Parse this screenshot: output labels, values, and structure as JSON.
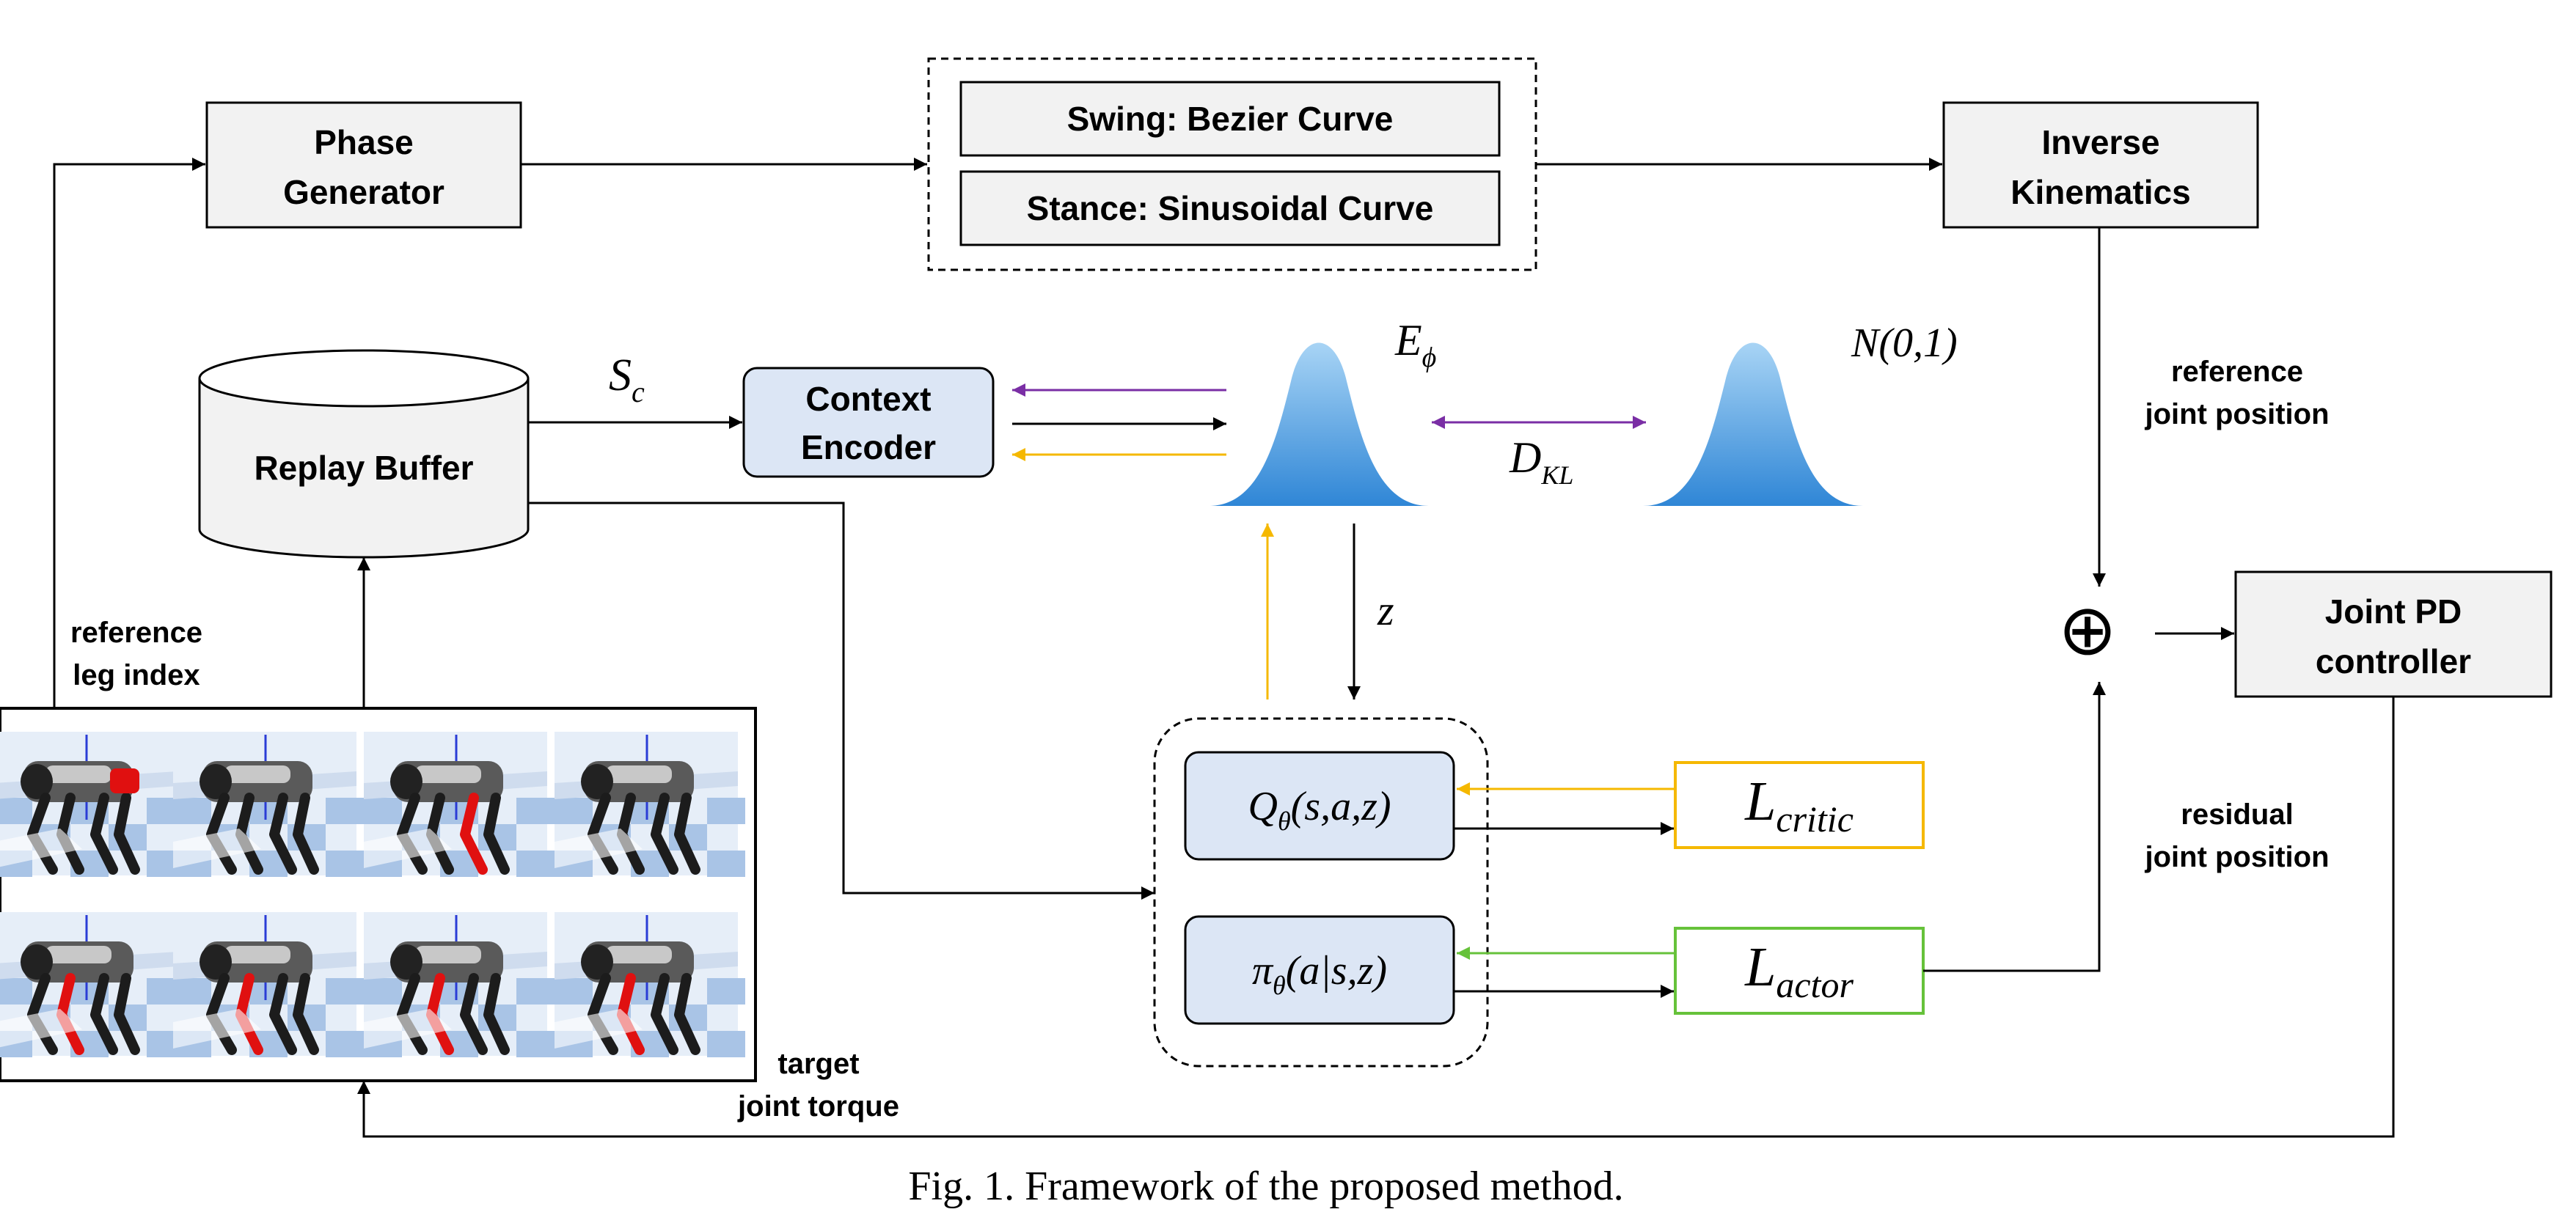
{
  "colors": {
    "line": "#000000",
    "box_fill": "#f2f2f2",
    "blue_fill": "#dce6f5",
    "orange": "#f5b800",
    "purple": "#7a2ea5",
    "green": "#66c23a",
    "gauss_top": "#a8d4f5",
    "gauss_bottom": "#2f86d6"
  },
  "boxes": {
    "phase_generator": [
      "Phase",
      "Generator"
    ],
    "swing": "Swing: Bezier Curve",
    "stance": "Stance: Sinusoidal Curve",
    "inverse_kinematics": [
      "Inverse",
      "Kinematics"
    ],
    "replay_buffer": "Replay Buffer",
    "context_encoder": [
      "Context",
      "Encoder"
    ],
    "joint_pd": [
      "Joint PD",
      "controller"
    ]
  },
  "math": {
    "s_c": {
      "base": "S",
      "sub": "c"
    },
    "e_phi": {
      "base": "E",
      "sub": "ϕ"
    },
    "n01": "N(0,1)",
    "dkl": {
      "base": "D",
      "sub": "KL"
    },
    "z": "z",
    "q": {
      "base": "Q",
      "sub": "θ",
      "args": "(s,a,z)"
    },
    "pi": {
      "base": "π",
      "sub": "θ",
      "args": "(a|s,z)"
    },
    "l_critic": {
      "base": "L",
      "sub": "critic"
    },
    "l_actor": {
      "base": "L",
      "sub": "actor"
    },
    "oplus": "⊕"
  },
  "labels": {
    "reference_leg_index": [
      "reference",
      "leg index"
    ],
    "reference_joint_position": [
      "reference",
      "joint position"
    ],
    "residual_joint_position": [
      "residual",
      "joint position"
    ],
    "target_joint_torque": [
      "target",
      "joint torque"
    ]
  },
  "caption": "Fig. 1.  Framework of the proposed method."
}
